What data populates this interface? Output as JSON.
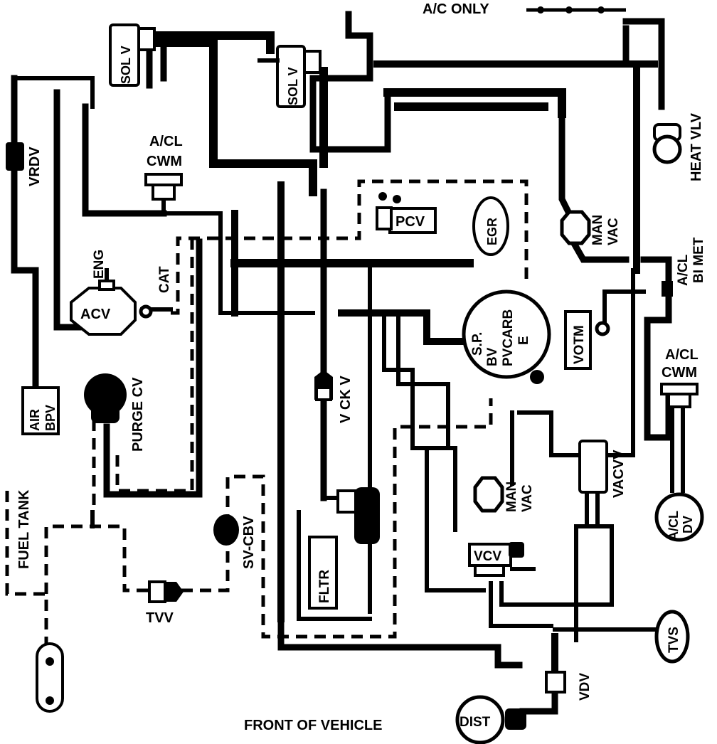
{
  "labels": {
    "ac_only": "A/C ONLY",
    "sol_v_left": "SOL V",
    "sol_v_center": "SOL V",
    "vrdv": "VRDV",
    "acl_cwm_top": "A/CL",
    "acl_cwm_top_2": "CWM",
    "eng": "ENG",
    "cat": "CAT",
    "acv": "ACV",
    "air_bpv_1": "AIR",
    "air_bpv_2": "BPV",
    "purge_cv": "PURGE CV",
    "fuel_tank": "FUEL TANK",
    "tvv": "TVV",
    "sv_cbv": "SV-CBV",
    "pcv": "PCV",
    "egr": "EGR",
    "v_ck_v": "V CK V",
    "vcv_left": "VCV",
    "fltr": "FLTR",
    "sp": "S.P.",
    "bv": "BV",
    "pvcarb": "PVCARB",
    "e": "E",
    "votm": "VOTM",
    "man_vac_top_1": "MAN",
    "man_vac_top_2": "VAC",
    "man_vac_bottom_1": "MAN",
    "man_vac_bottom_2": "VAC",
    "heat_vlv": "HEAT VLV",
    "acl_bimet_1": "A/CL",
    "acl_bimet_2": "BI MET",
    "acl_cwm_right_1": "A/CL",
    "acl_cwm_right_2": "CWM",
    "vacvv": "VACVV",
    "acl_dv_1": "A/CL",
    "acl_dv_2": "DV",
    "vcv_center": "VCV",
    "tvs": "TVS",
    "vdv": "VDV",
    "dist": "DIST",
    "front_of_vehicle": "FRONT OF VEHICLE"
  }
}
